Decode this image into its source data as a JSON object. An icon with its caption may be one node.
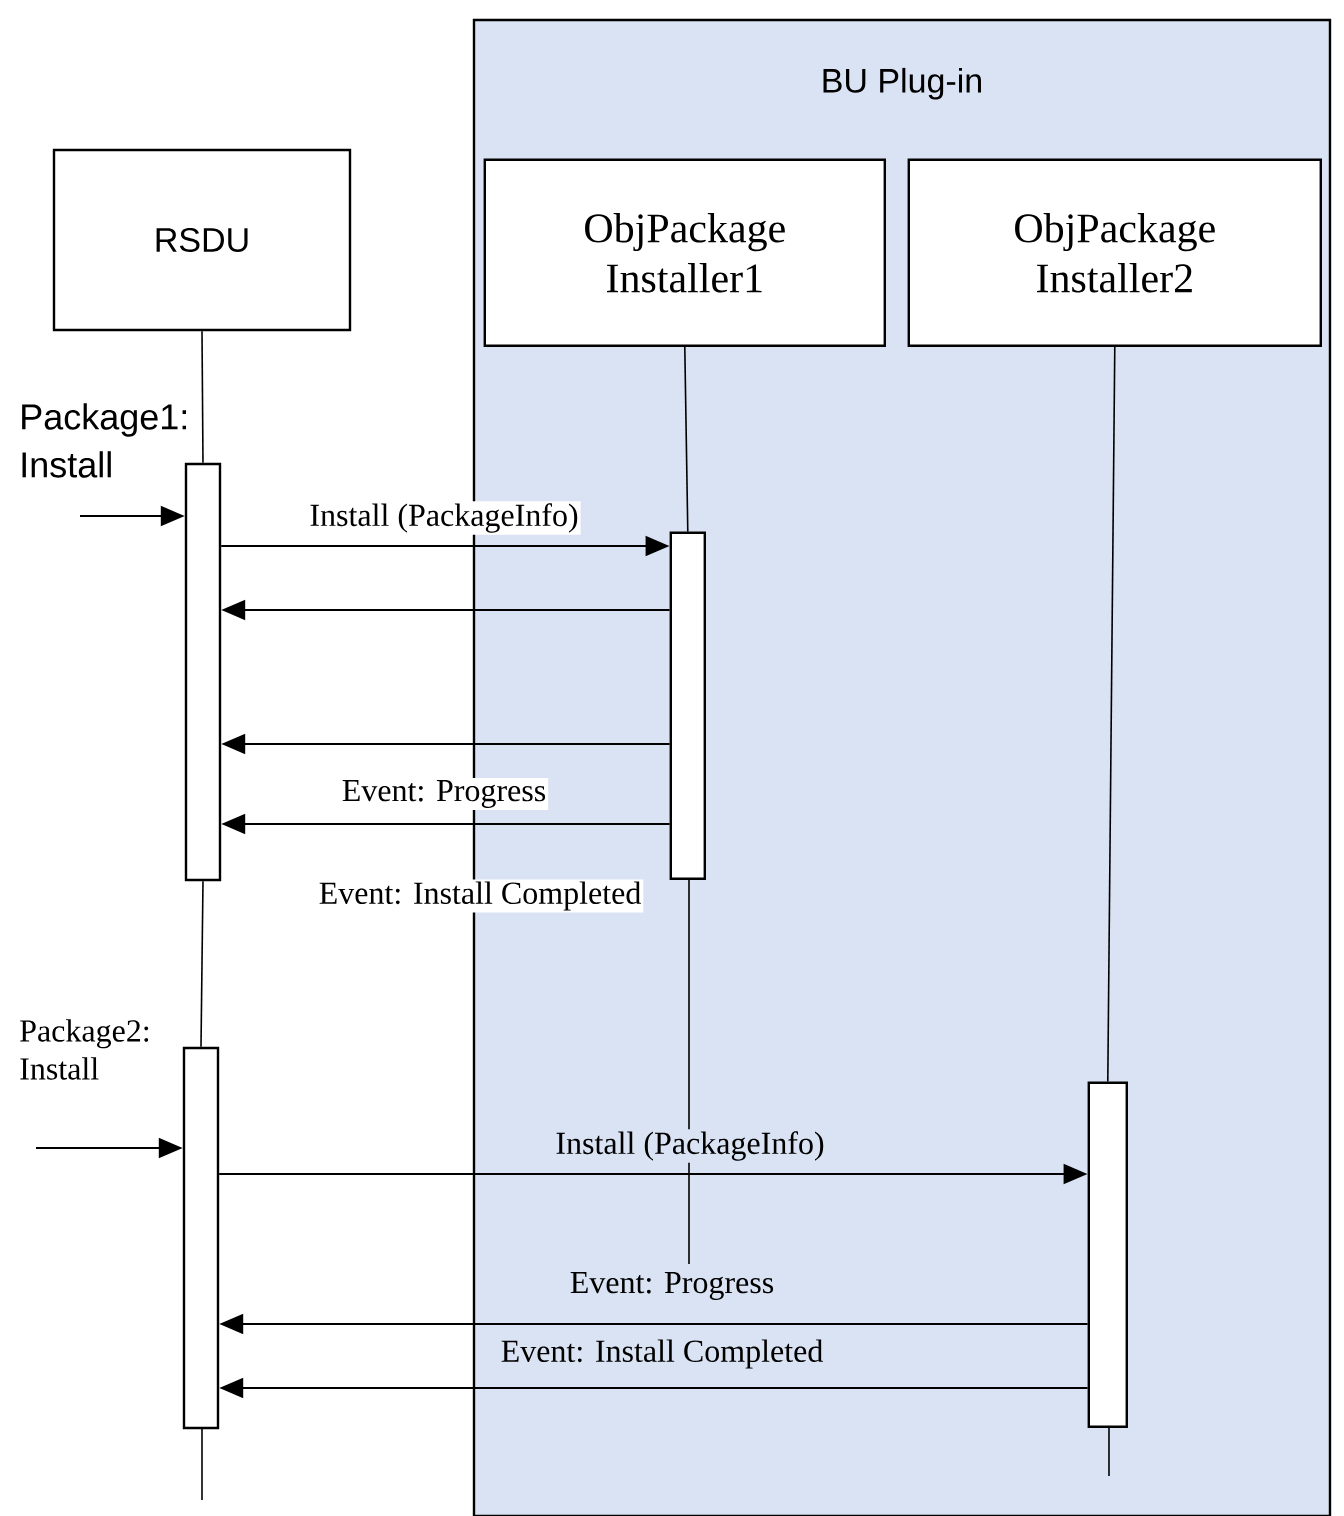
{
  "diagram": {
    "nodes": [
      {
        "text": [
          "BU Plug-in"
        ]
      },
      {
        "text": [
          "RSDU"
        ]
      },
      {
        "text": [
          "ObjPackage Installer1"
        ],
        "in": 0
      },
      {
        "text": [
          "ObjPackage Installer2"
        ],
        "in": 0
      },
      {
        "text": [],
        "shape": "bar"
      },
      {
        "text": [],
        "shape": "bar",
        "in": 0
      },
      {
        "text": [],
        "shape": "bar"
      },
      {
        "text": [],
        "shape": "bar",
        "in": 0
      }
    ],
    "edges": [
      {
        "from": 1,
        "to": 4,
        "arrow": "none"
      },
      {
        "from": 2,
        "to": 5,
        "arrow": "none"
      },
      {
        "from": 3,
        "to": 7,
        "arrow": "none"
      },
      {
        "from": 4,
        "to": 6,
        "arrow": "none"
      },
      {
        "from": null,
        "to": 4,
        "arrow": "to",
        "label": "Package1: Install"
      },
      {
        "from": 4,
        "to": 5,
        "arrow": "to",
        "label": "Install (PackageInfo)"
      },
      {
        "from": 5,
        "to": 4,
        "arrow": "to"
      },
      {
        "from": 5,
        "to": 4,
        "arrow": "to"
      },
      {
        "from": 5,
        "to": 4,
        "arrow": "to",
        "label": "Event: Progress"
      },
      {
        "from": null,
        "to": 6,
        "arrow": "to",
        "label": "Package2: Install"
      },
      {
        "from": 6,
        "to": 7,
        "arrow": "to",
        "label": "Install (PackageInfo)"
      },
      {
        "from": 7,
        "to": 6,
        "arrow": "to",
        "label": "Event: Progress"
      },
      {
        "from": 7,
        "to": 6,
        "arrow": "to",
        "label": "Event: Install Completed"
      }
    ],
    "labels": [
      "Event: Install Completed"
    ]
  }
}
